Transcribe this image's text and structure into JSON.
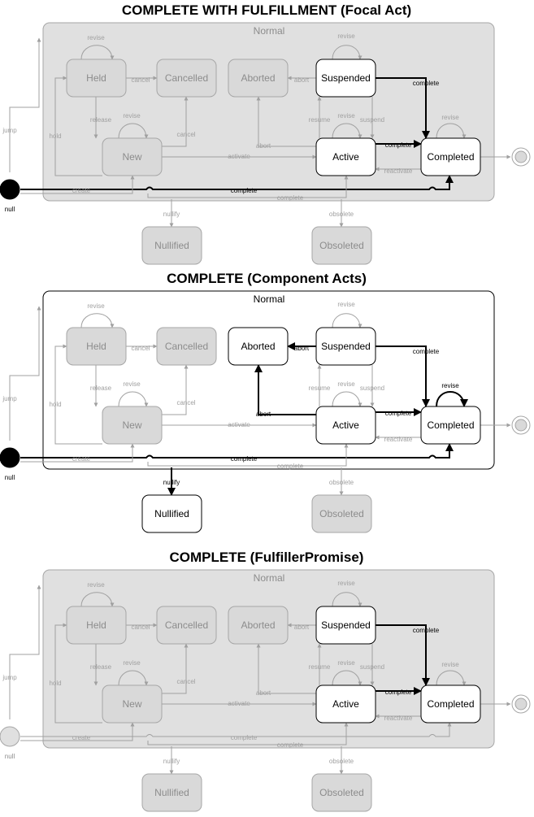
{
  "colors": {
    "active_stroke": "#000000",
    "inactive_stroke": "#a6a6a6",
    "active_fill": "#ffffff",
    "inactive_fill": "#d9d9d9",
    "active_text": "#000000",
    "inactive_text": "#8c8c8c",
    "inactive_edge": "#a0a0a0",
    "container_inactive_fill": "#e0e0e0"
  },
  "labels": {
    "states": {
      "held": "Held",
      "cancelled": "Cancelled",
      "aborted": "Aborted",
      "suspended": "Suspended",
      "new": "New",
      "active": "Active",
      "completed": "Completed",
      "nullified": "Nullified",
      "obsoleted": "Obsoleted",
      "normal": "Normal",
      "null": "null"
    },
    "edges": {
      "revise": "revise",
      "cancel": "cancel",
      "abort": "abort",
      "complete": "complete",
      "release": "release",
      "hold": "hold",
      "jump": "jump",
      "activate": "activate",
      "resume": "resume",
      "suspend": "suspend",
      "reactivate": "reactivate",
      "create": "create",
      "nullify": "nullify",
      "obsolete": "obsolete"
    }
  },
  "diagrams": [
    {
      "title": "COMPLETE WITH FULFILLMENT (Focal Act)",
      "active_states": [
        "suspended",
        "active",
        "completed"
      ],
      "container_active": false,
      "null_active": true,
      "active_edges": [
        "susp_complete",
        "active_complete",
        "null_complete_bottom"
      ]
    },
    {
      "title": "COMPLETE (Component Acts)",
      "active_states": [
        "aborted",
        "suspended",
        "active",
        "completed",
        "nullified"
      ],
      "container_active": true,
      "null_active": true,
      "active_edges": [
        "susp_abort",
        "active_abort",
        "susp_complete",
        "active_complete",
        "completed_revise",
        "null_complete_bottom",
        "nullify"
      ]
    },
    {
      "title": "COMPLETE (FulfillerPromise)",
      "active_states": [
        "suspended",
        "active",
        "completed"
      ],
      "container_active": false,
      "null_active": false,
      "active_edges": [
        "susp_complete",
        "active_complete"
      ]
    }
  ]
}
